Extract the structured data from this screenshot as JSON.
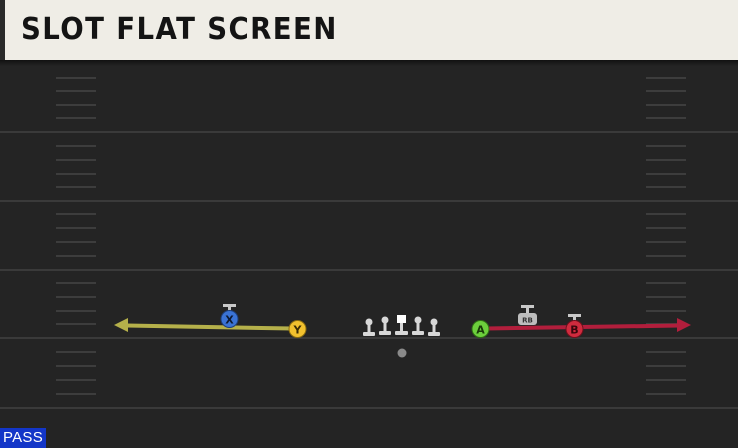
{
  "play": {
    "title": "SLOT FLAT SCREEN",
    "badge": "PASS"
  },
  "players": {
    "x": "X",
    "y": "Y",
    "a": "A",
    "b": "B",
    "rb": "RB"
  },
  "colors": {
    "x_button": "#3a73d6",
    "y_button": "#f2c12e",
    "a_button": "#6ccf3c",
    "b_button": "#cf2b3e",
    "route_left": "#b5b04a",
    "route_right": "#b21e3c",
    "badge": "#1336c8"
  }
}
